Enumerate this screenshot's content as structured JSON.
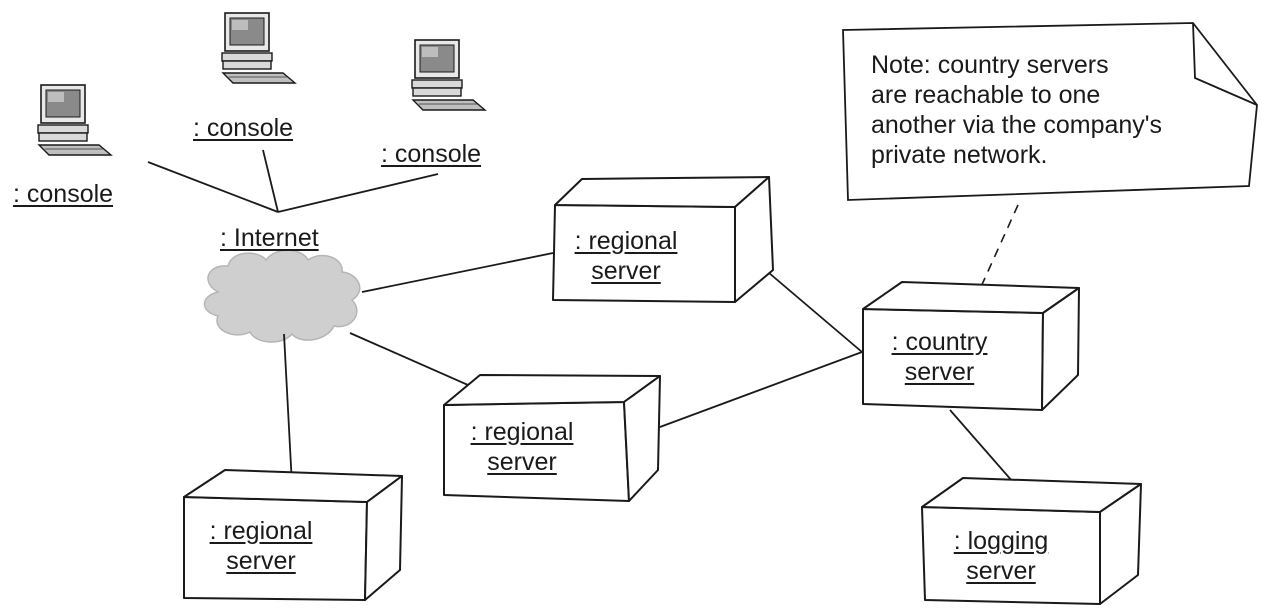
{
  "consoles": [
    {
      "label": ": console"
    },
    {
      "label": ": console"
    },
    {
      "label": ": console"
    }
  ],
  "internet": {
    "label": ": Internet"
  },
  "nodes": [
    {
      "line1": ": regional",
      "line2": "server"
    },
    {
      "line1": ": regional",
      "line2": "server"
    },
    {
      "line1": ": regional",
      "line2": "server"
    },
    {
      "line1": ": country",
      "line2": "server"
    },
    {
      "line1": ": logging",
      "line2": "server"
    }
  ],
  "note": {
    "lines": [
      "Note: country servers",
      "are reachable to one",
      "another via the company's",
      "private network."
    ]
  },
  "colors": {
    "ink": "#1a1a1a",
    "cloud": "#cfcfcf",
    "screen": "#8a8a8a"
  }
}
